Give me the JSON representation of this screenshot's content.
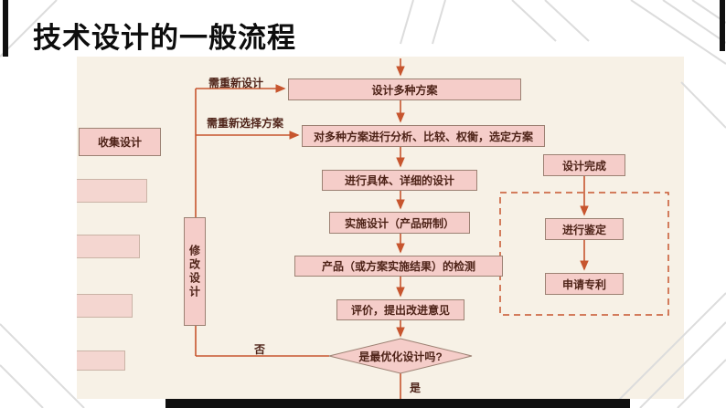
{
  "slide": {
    "title": "技术设计的一般流程"
  },
  "flowchart": {
    "steps": [
      {
        "label": "设计多种方案"
      },
      {
        "label": "对多种方案进行分析、比较、权衡，选定方案"
      },
      {
        "label": "进行具体、详细的设计"
      },
      {
        "label": "实施设计（产品研制）"
      },
      {
        "label": "产品（或方案实施结果）的检测"
      },
      {
        "label": "评价，提出改进意见"
      }
    ],
    "decision": {
      "label": "是最优化设计吗?"
    },
    "yes_label": "是",
    "no_label": "否",
    "left": {
      "collect_box": "收集设计",
      "modify_box": "修改设计",
      "redesign_label": "需重新设计",
      "reselect_label": "需重新选择方案"
    },
    "right": {
      "complete_box": "设计完成",
      "appraise_box": "进行鉴定",
      "patent_box": "申请专利"
    },
    "colors": {
      "box_fill": "#f5cdc9",
      "box_border": "#9c8173",
      "box_text": "#4e2318",
      "arrow": "#c7552e",
      "dashed_border": "#c7552e",
      "scan_background": "#f7f1e6"
    }
  }
}
